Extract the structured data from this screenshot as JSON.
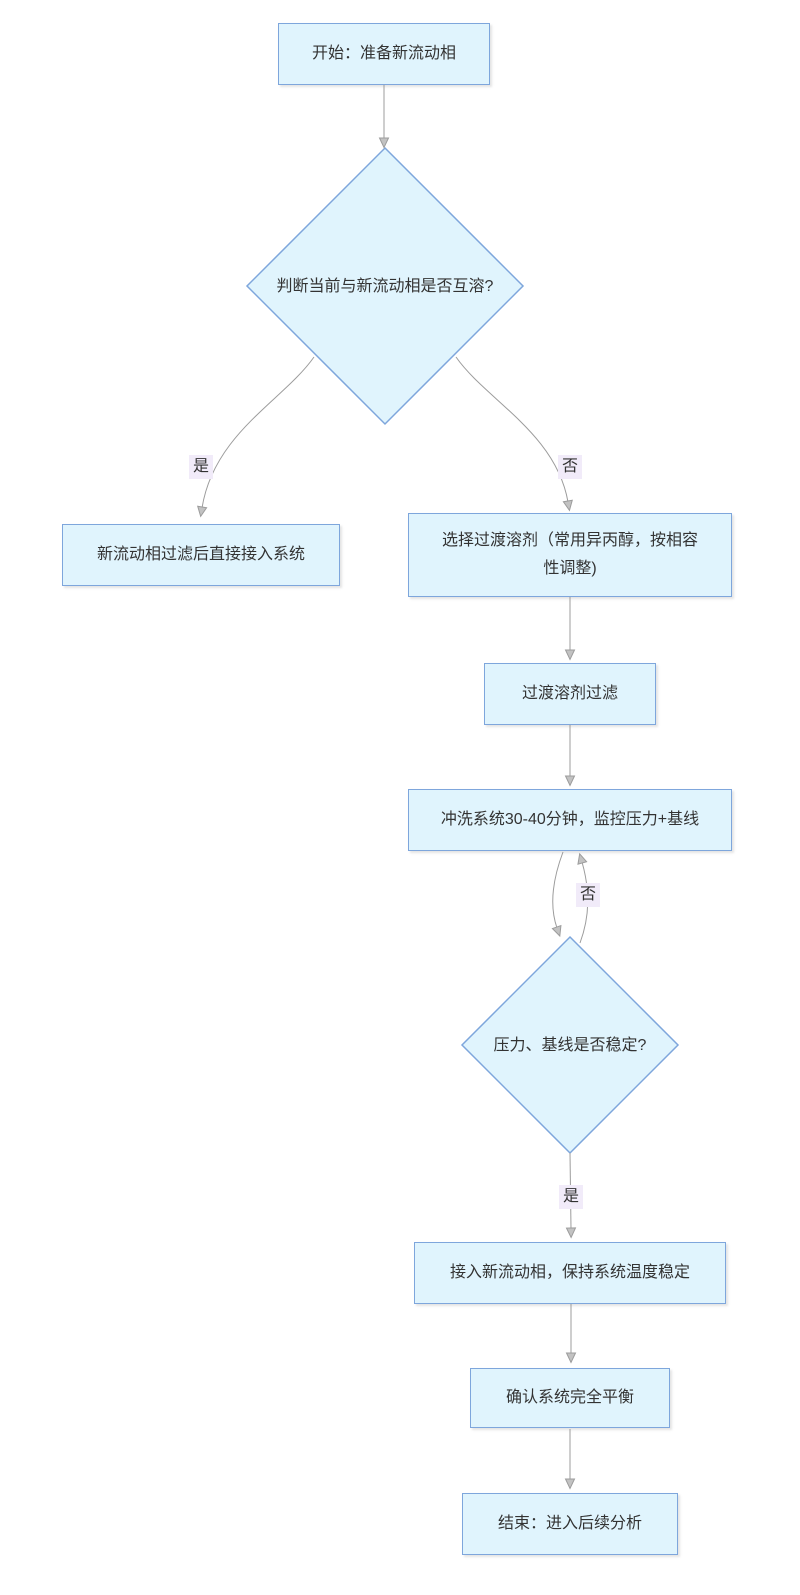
{
  "diagram": {
    "type": "flowchart",
    "direction": "top-down"
  },
  "colors": {
    "background": "#ffffff",
    "node_fill": "#e0f4fd",
    "node_border": "#7ea6dc",
    "edge_line": "#9c9c9c",
    "edge_label_bg": "#f1ebf9",
    "text": "#333333"
  },
  "nodes": {
    "start": {
      "label": "开始：准备新流动相",
      "shape": "rect"
    },
    "decision_miscible": {
      "label": "判断当前与新流动相是否互溶?",
      "shape": "diamond"
    },
    "direct_connect": {
      "label": "新流动相过滤后直接接入系统",
      "shape": "rect"
    },
    "transition_solvent": {
      "label": "选择过渡溶剂（常用异丙醇，按相容性调整)",
      "shape": "rect"
    },
    "filter_transition": {
      "label": "过渡溶剂过滤",
      "shape": "rect"
    },
    "flush_system": {
      "label": "冲洗系统30-40分钟，监控压力+基线",
      "shape": "rect"
    },
    "decision_stable": {
      "label": "压力、基线是否稳定?",
      "shape": "diamond"
    },
    "connect_new_phase": {
      "label": "接入新流动相，保持系统温度稳定",
      "shape": "rect"
    },
    "confirm_balance": {
      "label": "确认系统完全平衡",
      "shape": "rect"
    },
    "end": {
      "label": "结束：进入后续分析",
      "shape": "rect"
    }
  },
  "edge_labels": {
    "miscible_yes": "是",
    "miscible_no": "否",
    "stable_no": "否",
    "stable_yes": "是"
  }
}
